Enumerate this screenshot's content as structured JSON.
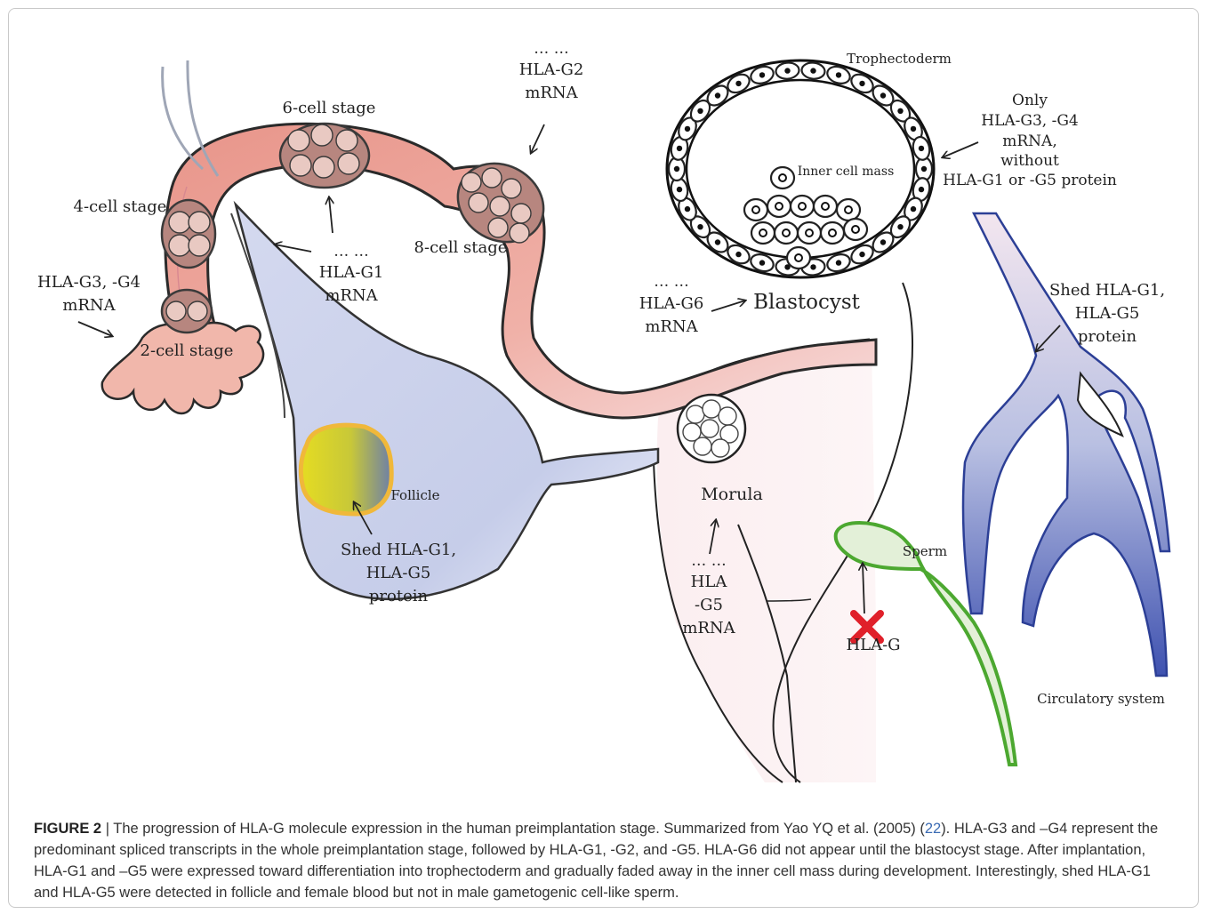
{
  "labels": {
    "stage_6": "6-cell stage",
    "stage_4": "4-cell stage",
    "stage_2": "2-cell stage",
    "stage_8": "8-cell stage",
    "hla_g2_dots": "… …",
    "hla_g2_l1": "HLA-G2",
    "hla_g2_l2": "mRNA",
    "hla_g1_dots": "… …",
    "hla_g1_l1": "HLA-G1",
    "hla_g1_l2": "mRNA",
    "hla_g34_l1": "HLA-G3, -G4",
    "hla_g34_l2": "mRNA",
    "hla_g6_dots": "… …",
    "hla_g6_l1": "HLA-G6",
    "hla_g6_l2": "mRNA",
    "blastocyst": "Blastocyst",
    "trophectoderm": "Trophectoderm",
    "inner_cell_mass": "Inner cell mass",
    "only_l1": "Only",
    "only_l2": "HLA-G3, -G4",
    "only_l3": "mRNA,",
    "only_l4": "without",
    "only_l5": "HLA-G1 or -G5 protein",
    "shed_blood_l1": "Shed HLA-G1,",
    "shed_blood_l2": "HLA-G5",
    "shed_blood_l3": "protein",
    "follicle": "Follicle",
    "shed_follicle_l1": "Shed HLA-G1,",
    "shed_follicle_l2": "HLA-G5",
    "shed_follicle_l3": "protein",
    "morula": "Morula",
    "hla_g5_dots": "… …",
    "hla_g5_l1": "HLA",
    "hla_g5_l2": "-G5",
    "hla_g5_l3": "mRNA",
    "sperm": "Sperm",
    "hla_g": "HLA-G",
    "circulatory": "Circulatory system"
  },
  "caption": {
    "figure_label": "FIGURE 2",
    "separator": " | ",
    "text_before_ref": "The progression of HLA-G molecule expression in the human preimplantation stage. Summarized from Yao YQ et al. (2005) (",
    "ref": "22",
    "text_after_ref": "). HLA-G3 and –G4 represent the predominant spliced transcripts in the whole preimplantation stage, followed by HLA-G1, -G2, and -G5. HLA-G6 did not appear until the blastocyst stage. After implantation, HLA-G1 and –G5 were expressed toward differentiation into trophectoderm and gradually faded away in the inner cell mass during development. Interestingly, shed HLA-G1 and HLA-G5 were detected in follicle and female blood but not in male gametogenic cell-like sperm."
  },
  "colors": {
    "tube": "#e9a597",
    "ovary": "#cdd5ec",
    "uterus": "#f8e6ea",
    "vessel": "#3f58b4",
    "sperm": "#5cb43a",
    "cross": "#e0202a",
    "follicle_yellow": "#e6dc2a",
    "follicle_ring": "#f0b83a"
  }
}
